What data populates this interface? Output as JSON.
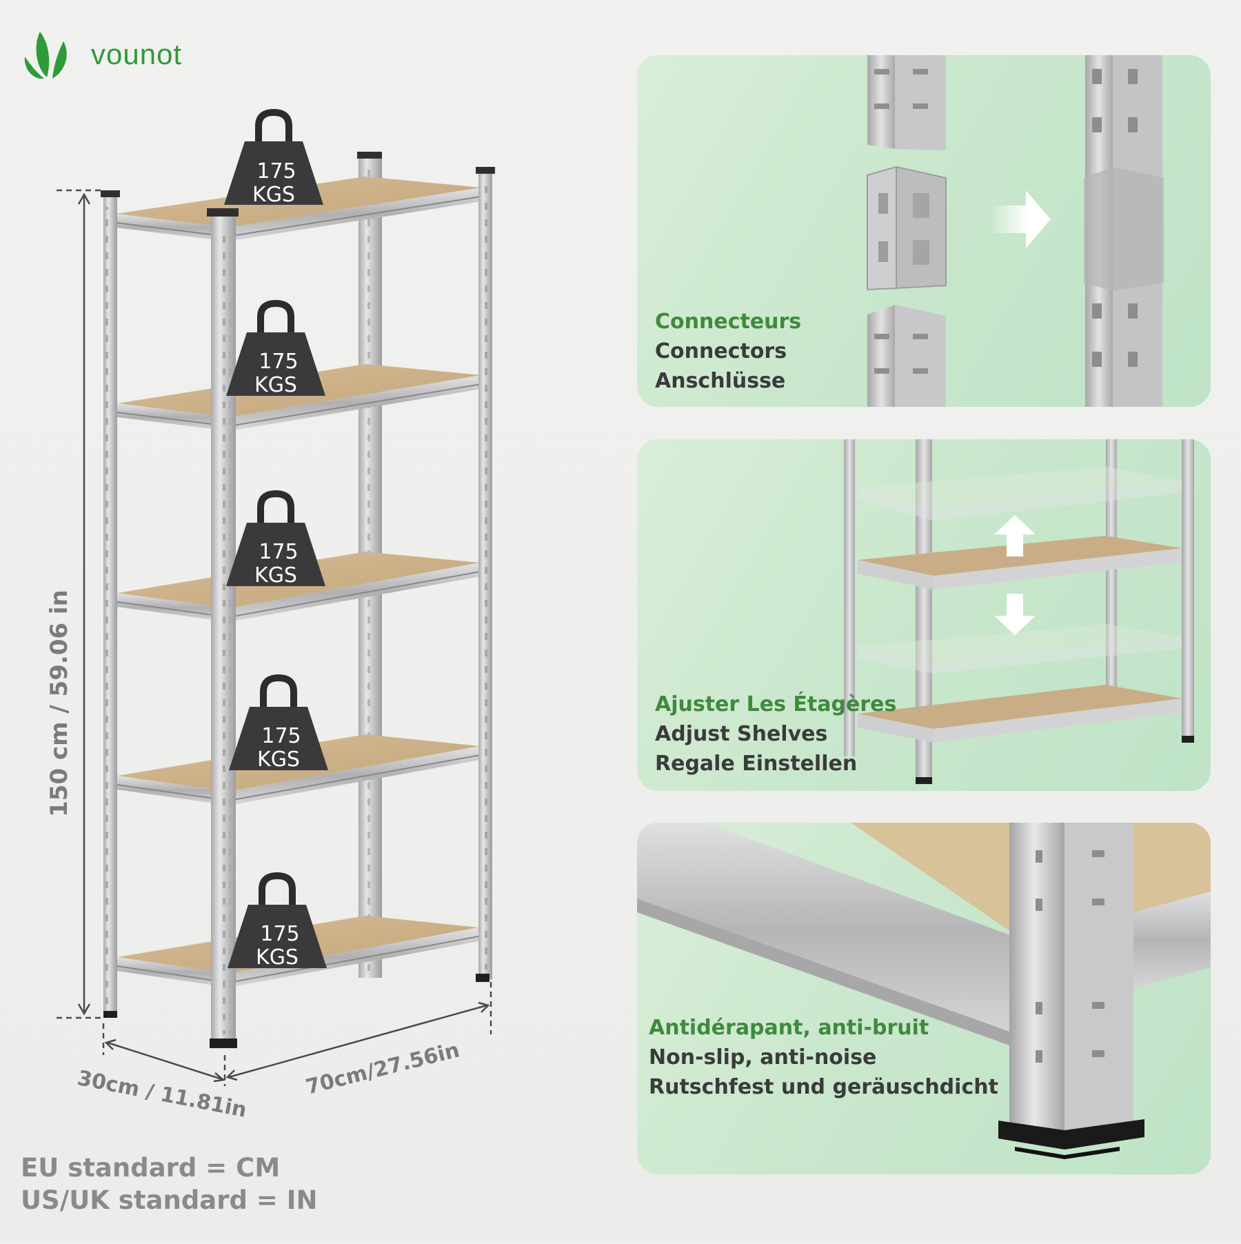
{
  "brand": {
    "name": "vounot",
    "color": "#2e9a3a"
  },
  "weights": [
    {
      "value": "175",
      "unit": "KGS"
    },
    {
      "value": "175",
      "unit": "KGS"
    },
    {
      "value": "175",
      "unit": "KGS"
    },
    {
      "value": "175",
      "unit": "KGS"
    },
    {
      "value": "175",
      "unit": "KGS"
    }
  ],
  "dimensions": {
    "height": "150 cm / 59.06 in",
    "depth": "30cm / 11.81in",
    "width": "70cm/27.56in"
  },
  "standards": {
    "eu": "EU standard = CM",
    "us": "US/UK standard = IN"
  },
  "features": [
    {
      "fr": "Connecteurs",
      "en": "Connectors",
      "de": "Anschlüsse",
      "icon": "connector-parts"
    },
    {
      "fr": "Ajuster Les Étagères",
      "en": "Adjust Shelves",
      "de": "Regale Einstellen",
      "icon": "up-down-arrows"
    },
    {
      "fr": "Antidérapant, anti-bruit",
      "en": "Non-slip, anti-noise",
      "de": "Rutschfest und geräuschdicht",
      "icon": "rubber-foot"
    }
  ],
  "colors": {
    "accent_green": "#3f8a3e",
    "panel_green": "#cfe9d0",
    "steel": "#c9c9cb",
    "board": "#c9ad86",
    "weight": "#3a3a3c"
  }
}
